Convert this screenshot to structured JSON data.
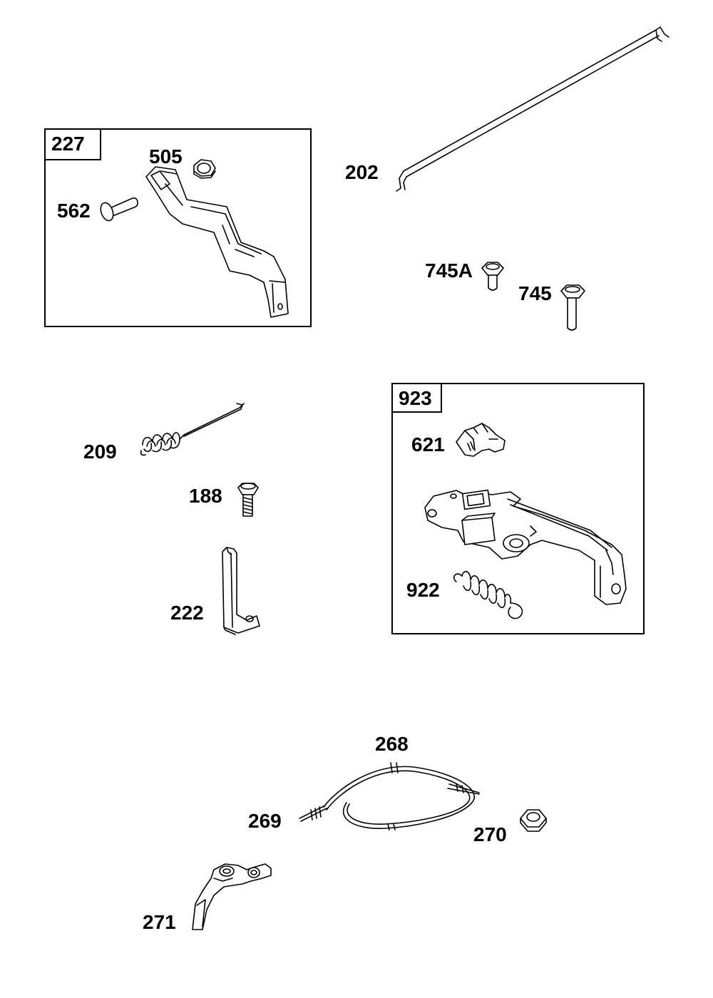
{
  "kits": [
    {
      "id": "kit-227",
      "number": "227"
    },
    {
      "id": "kit-923",
      "number": "923"
    }
  ],
  "labels": {
    "p227": "227",
    "p505": "505",
    "p562": "562",
    "p202": "202",
    "p745A": "745A",
    "p745": "745",
    "p923": "923",
    "p621": "621",
    "p922": "922",
    "p209": "209",
    "p188": "188",
    "p222": "222",
    "p268": "268",
    "p269": "269",
    "p270": "270",
    "p271": "271"
  }
}
